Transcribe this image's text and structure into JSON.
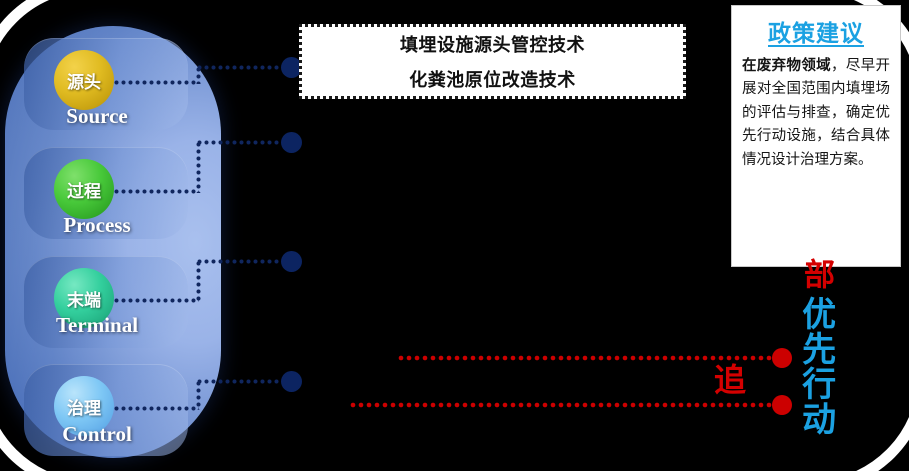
{
  "stages": [
    {
      "cn": "源头",
      "en": "Source",
      "color": "#e0bb21"
    },
    {
      "cn": "过程",
      "en": "Process",
      "color": "#48c93a"
    },
    {
      "cn": "末端",
      "en": "Terminal",
      "color": "#33cf9d"
    },
    {
      "cn": "治理",
      "en": "Control",
      "color": "#7fc8f5"
    }
  ],
  "tech_box": {
    "line1": "填埋设施源头管控技术",
    "line2": "化粪池原位改造技术"
  },
  "policy": {
    "title": "政策建议",
    "lead": "在废弃物领域",
    "body": "，尽早开展对全国范围内填埋场的评估与排查，确定优先行动设施，结合具体情况设计治理方案。"
  },
  "callout": {
    "red_top": "部",
    "cyan": "优先行动",
    "red_left": "追"
  },
  "colors": {
    "node": "#0c2461",
    "red": "#cc0000",
    "cyan": "#1ba1e2",
    "capsule": "#5e81c6"
  }
}
